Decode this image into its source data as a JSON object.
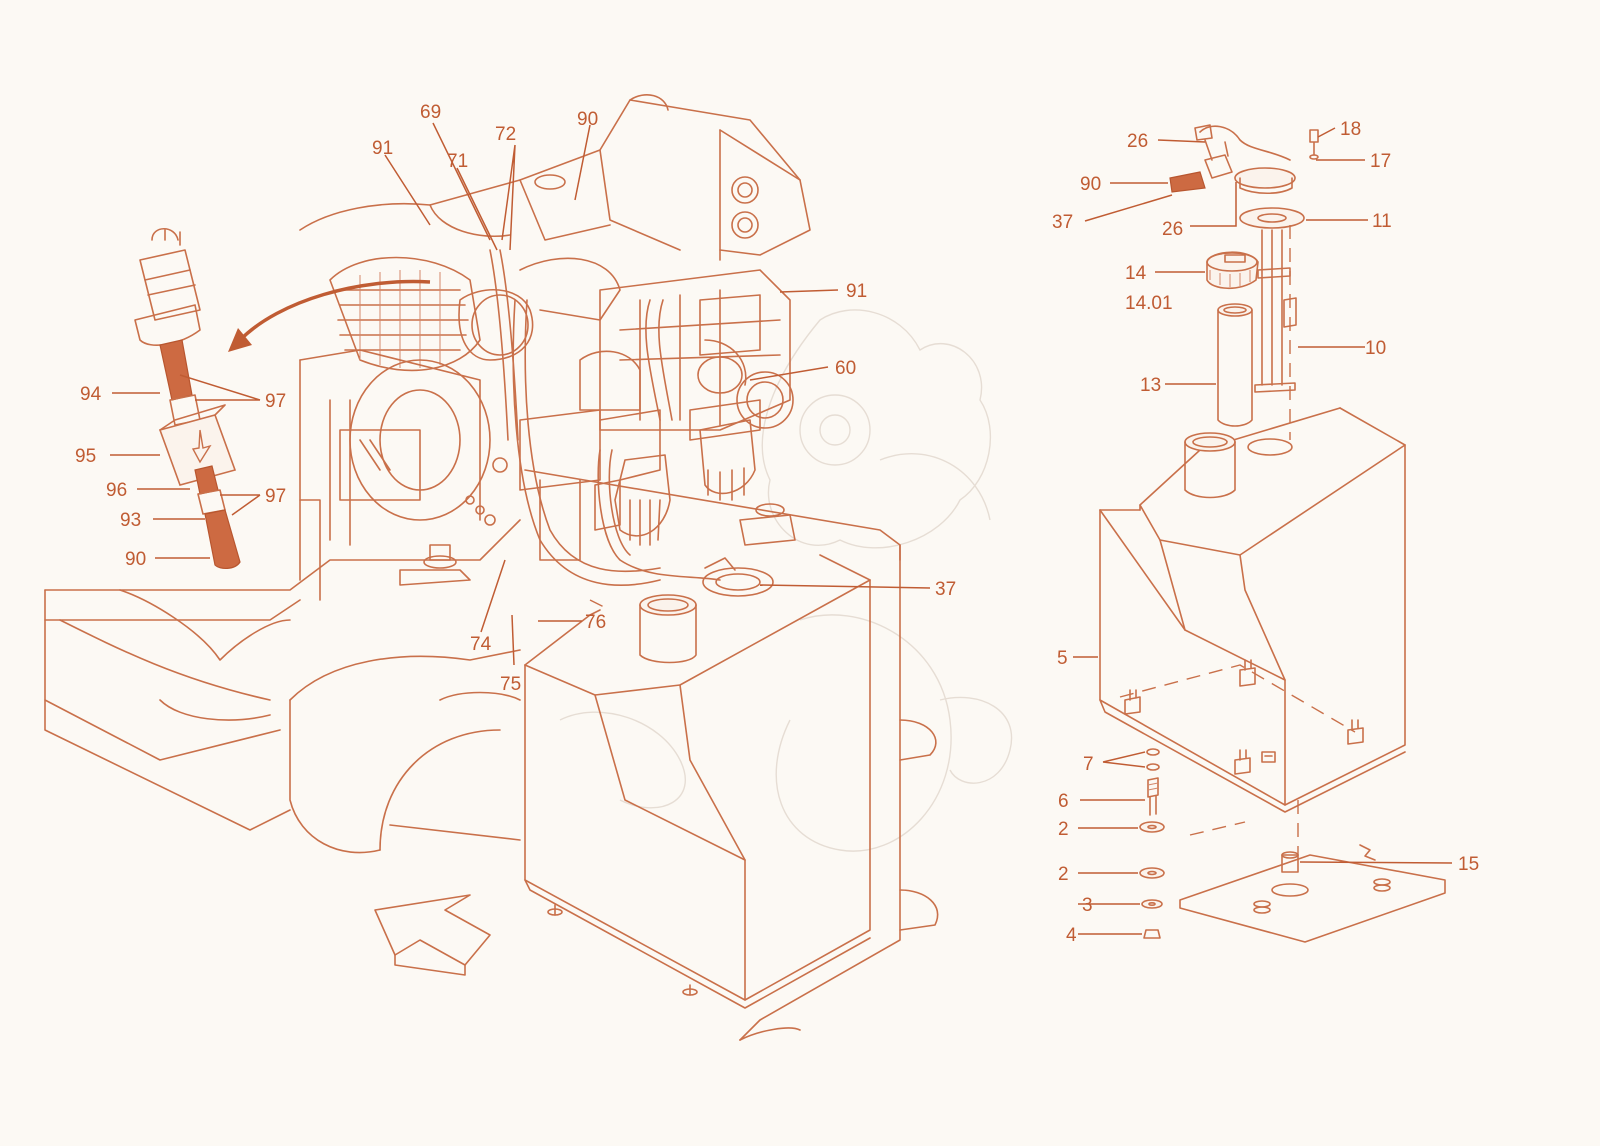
{
  "colors": {
    "line": "#c9704a",
    "label": "#c05c33",
    "background": "#fcf9f4",
    "highlight": "#cd6a42"
  },
  "labels": [
    {
      "text": "69",
      "part": "69"
    },
    {
      "text": "72",
      "part": "72"
    },
    {
      "text": "90",
      "part": "90"
    },
    {
      "text": "91",
      "part": "91"
    },
    {
      "text": "71",
      "part": "71"
    },
    {
      "text": "91",
      "part": "91"
    },
    {
      "text": "60",
      "part": "60"
    },
    {
      "text": "94",
      "part": "94"
    },
    {
      "text": "97",
      "part": "97"
    },
    {
      "text": "95",
      "part": "95"
    },
    {
      "text": "96",
      "part": "96"
    },
    {
      "text": "97",
      "part": "97"
    },
    {
      "text": "93",
      "part": "93"
    },
    {
      "text": "90",
      "part": "90"
    },
    {
      "text": "37",
      "part": "37"
    },
    {
      "text": "76",
      "part": "76"
    },
    {
      "text": "74",
      "part": "74"
    },
    {
      "text": "75",
      "part": "75"
    },
    {
      "text": "26",
      "part": "26"
    },
    {
      "text": "18",
      "part": "18"
    },
    {
      "text": "17",
      "part": "17"
    },
    {
      "text": "90",
      "part": "90"
    },
    {
      "text": "37",
      "part": "37"
    },
    {
      "text": "26",
      "part": "26"
    },
    {
      "text": "11",
      "part": "11"
    },
    {
      "text": "14",
      "part": "14"
    },
    {
      "text": "14.01",
      "part": "14.01"
    },
    {
      "text": "10",
      "part": "10"
    },
    {
      "text": "13",
      "part": "13"
    },
    {
      "text": "5",
      "part": "5"
    },
    {
      "text": "7",
      "part": "7"
    },
    {
      "text": "6",
      "part": "6"
    },
    {
      "text": "2",
      "part": "2"
    },
    {
      "text": "2",
      "part": "2"
    },
    {
      "text": "3",
      "part": "3"
    },
    {
      "text": "4",
      "part": "4"
    },
    {
      "text": "15",
      "part": "15"
    }
  ]
}
